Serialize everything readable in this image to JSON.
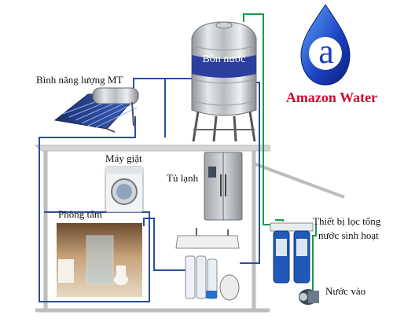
{
  "colors": {
    "pipe_hot": "#2a4f9a",
    "pipe_cold": "#1b9a4a",
    "house_wall": "#bdbdbd",
    "tank_band": "#2c3f9e",
    "brand_blue": "#1a3fc0",
    "brand_red": "#c8102e"
  },
  "labels": {
    "solar_heater": "Bình năng lượng MT",
    "water_tank": "Bồn nước",
    "washing_machine": "Máy giặt",
    "fridge": "Tủ lạnh",
    "bathroom": "Phòng tắm",
    "central_filter_line1": "Thiết bị lọc tổng",
    "central_filter_line2": "nước sinh hoạt",
    "water_inlet": "Nước vào"
  },
  "brand": {
    "letter": "a",
    "name": "Amazon Water"
  },
  "icons": [
    "water-drop-logo-icon",
    "solar-panel-icon",
    "stainless-tank-icon",
    "washing-machine-icon",
    "fridge-icon",
    "bathroom-photo-icon",
    "ro-purifier-icon",
    "cartridge-filter-icon",
    "water-pump-icon"
  ]
}
